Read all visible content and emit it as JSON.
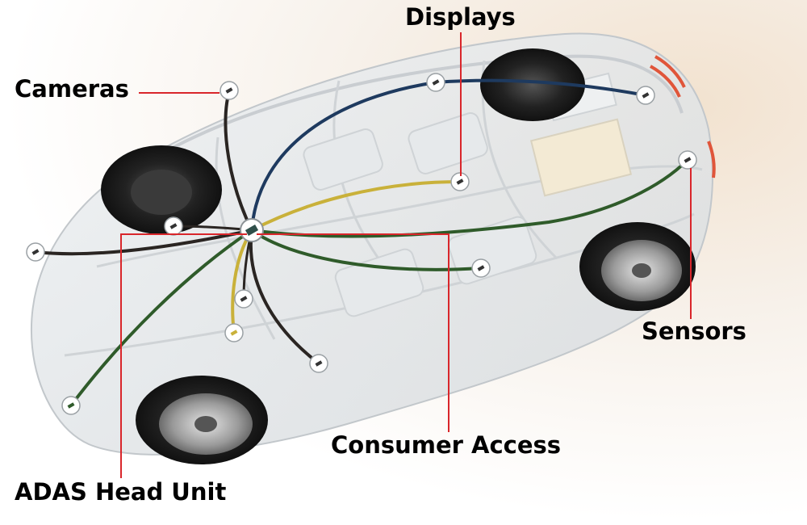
{
  "labels": {
    "displays": "Displays",
    "cameras": "Cameras",
    "sensors": "Sensors",
    "consumer_access": "Consumer Access",
    "adas_head_unit": "ADAS Head Unit"
  },
  "colors": {
    "callout_line": "#d9262b",
    "cable_dark_blue": "#1e3a5f",
    "cable_black": "#2a2522",
    "cable_yellow": "#c9b13a",
    "cable_green": "#2f5b2a",
    "car_glass": "#dfe3e6",
    "tire": "#1a1a1a",
    "rim": "#a8a8a8",
    "tail_light": "#e0553a"
  },
  "icons": {
    "node": "connector-node-icon",
    "hub": "head-unit-hub-icon"
  }
}
